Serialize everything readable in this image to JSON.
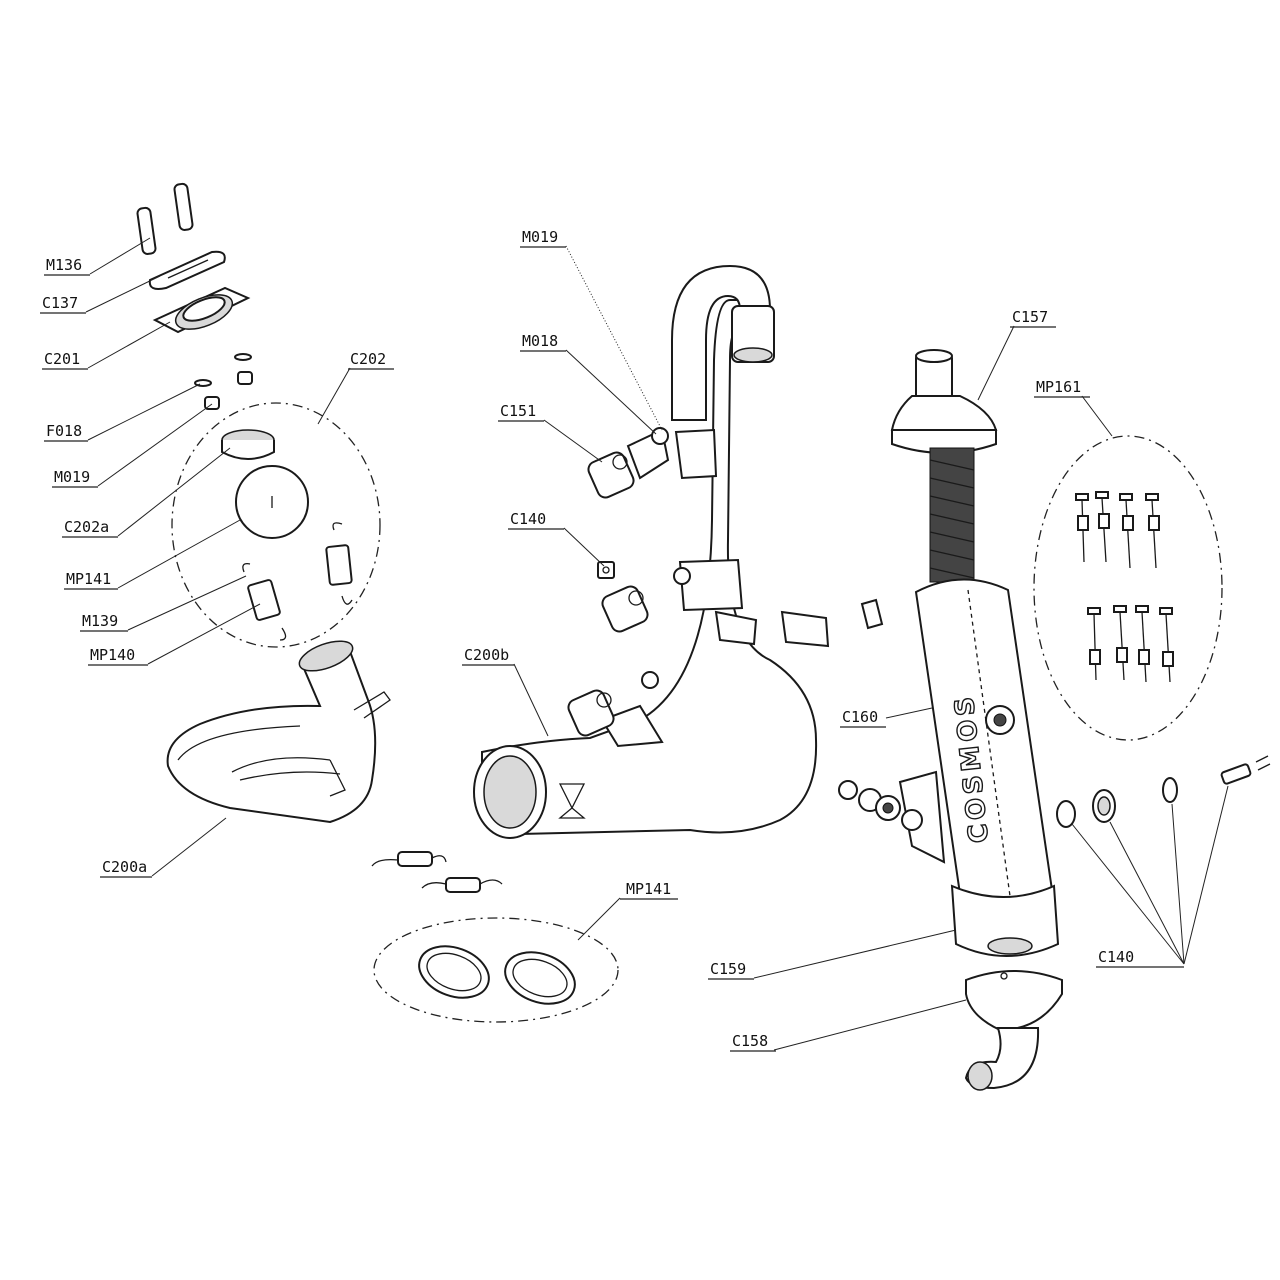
{
  "labels": {
    "m136": "M136",
    "c137": "C137",
    "c201": "C201",
    "f018": "F018",
    "m019_left": "M019",
    "c202a": "C202a",
    "mp141_left": "MP141",
    "m139": "M139",
    "mp140": "MP140",
    "c202": "C202",
    "c200a": "C200a",
    "m019_mid": "M019",
    "m018": "M018",
    "c151": "C151",
    "c140_mid": "C140",
    "c200b": "C200b",
    "mp141_bottom": "MP141",
    "c157": "C157",
    "mp161": "MP161",
    "c160": "C160",
    "c159": "C159",
    "c158": "C158",
    "c140_right": "C140"
  },
  "logo_text": "COSMOS"
}
